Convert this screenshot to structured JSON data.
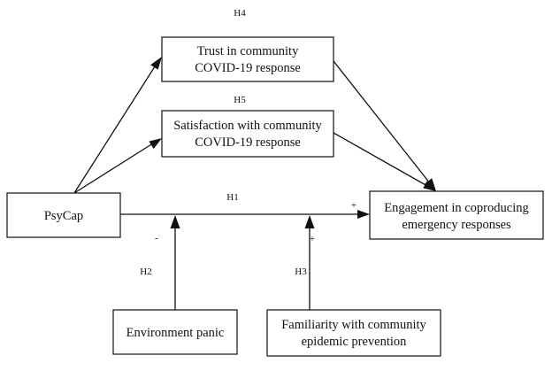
{
  "nodes": {
    "trust": {
      "line1": "Trust in community",
      "line2": "COVID-19 response"
    },
    "satisfaction": {
      "line1": "Satisfaction with community",
      "line2": "COVID-19 response"
    },
    "psycap": {
      "label": "PsyCap"
    },
    "engagement": {
      "line1": "Engagement in coproducing",
      "line2": "emergency responses"
    },
    "panic": {
      "label": "Environment panic"
    },
    "familiarity": {
      "line1": "Familiarity with community",
      "line2": "epidemic prevention"
    }
  },
  "hypotheses": {
    "h1": "H1",
    "h2": "H2",
    "h3": "H3",
    "h4": "H4",
    "h5": "H5"
  },
  "signs": {
    "h1": "+",
    "h2": "-",
    "h3": "+"
  }
}
